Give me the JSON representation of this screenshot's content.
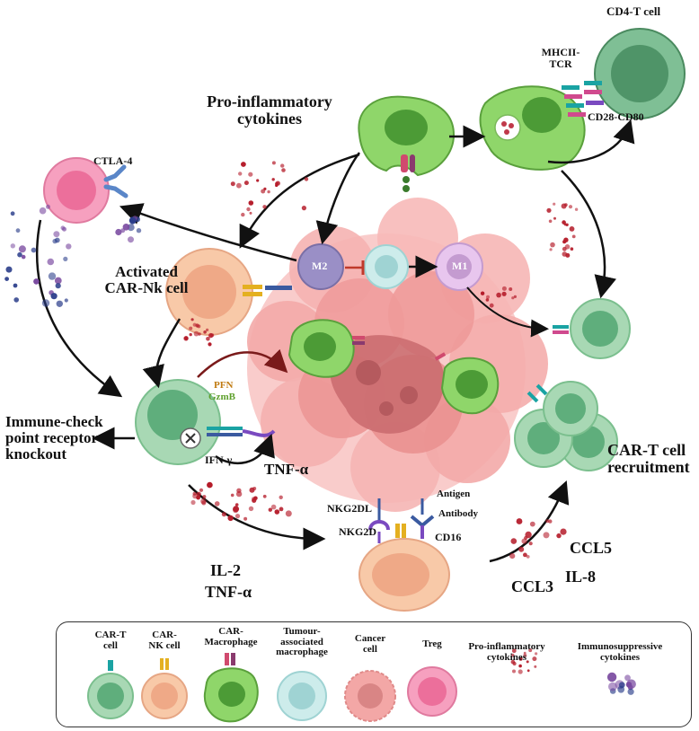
{
  "labels": {
    "pro_inflammatory_cytokines": "Pro-inflammatory\ncytokines",
    "ctla4": "CTLA-4",
    "activated_car_nk": "Activated\nCAR-Nk cell",
    "m2": "M2",
    "m1": "M1",
    "cd4_t_cell": "CD4-T cell",
    "mhcii_tcr": "MHCII-\nTCR",
    "cd28_cd80": "CD28-CD80",
    "pfn": "PFN",
    "gzmb": "GzmB",
    "checkpoint_knockout": "Immune-check\npoint receptor\nknockout",
    "ifn_gamma": "IFN-γ",
    "tnf_alpha_top": "TNF-α",
    "car_t_recruitment": "CAR-T cell\nrecruitment",
    "nkg2dl": "NKG2DL",
    "nkg2d": "NKG2D",
    "antigen": "Antigen",
    "antibody": "Antibody",
    "cd16": "CD16",
    "ccl5": "CCL5",
    "il8": "IL-8",
    "ccl3": "CCL3",
    "il2": "IL-2",
    "tnf_alpha_bottom": "TNF-α"
  },
  "legend": [
    {
      "id": "car-t",
      "label": "CAR-T\ncell"
    },
    {
      "id": "car-nk",
      "label": "CAR-\nNK cell"
    },
    {
      "id": "car-macrophage",
      "label": "CAR-\nMacrophage"
    },
    {
      "id": "tam",
      "label": "Tumour-\nassociated\nmacrophage"
    },
    {
      "id": "cancer",
      "label": "Cancer\ncell"
    },
    {
      "id": "treg",
      "label": "Treg"
    },
    {
      "id": "pro-inflam",
      "label": "Pro-inflammatory\ncytokines"
    },
    {
      "id": "immunosupp",
      "label": "Immunosuppressive\ncytokines"
    }
  ],
  "colors": {
    "car_t": "#a8d8b4",
    "car_t_nucleus": "#5fae7c",
    "car_nk": "#f8c9a8",
    "car_nk_nucleus": "#efa987",
    "car_macrophage": "#8fd66a",
    "car_macrophage_nucleus": "#4c9b36",
    "tam": "#cdeceb",
    "tam_nucleus": "#9fd3d3",
    "cancer": "#f3a7a6",
    "cancer_nucleus": "#d98585",
    "treg": "#f6a0bf",
    "treg_nucleus": "#ec6f9b",
    "m2": "#9a8fc6",
    "m1": "#e8c6ee",
    "pro_cytokine": "#b51c2a",
    "immuno_cytokine": "#2a3d8a"
  }
}
